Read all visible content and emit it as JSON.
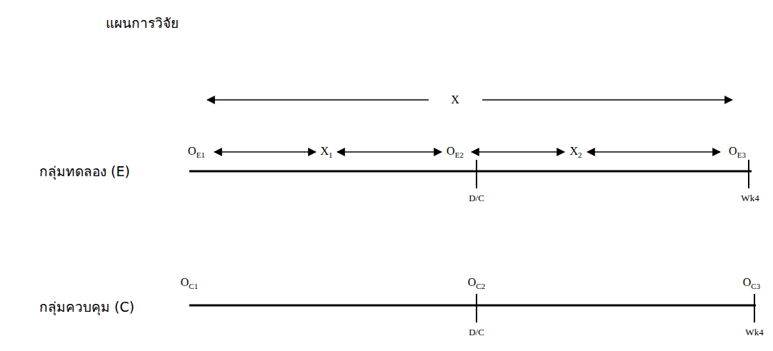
{
  "diagram": {
    "title": "แผนการวิจัย",
    "labels": [
      "X",
      "OE1",
      "X1",
      "OE2",
      "X2",
      "OE3",
      "กลุ่มทดลอง (E)",
      "D/C",
      "Wk4",
      "OC1",
      "OC2",
      "OC3",
      "กลุ่มควบคุม (C)",
      "D/C",
      "Wk4"
    ]
  }
}
